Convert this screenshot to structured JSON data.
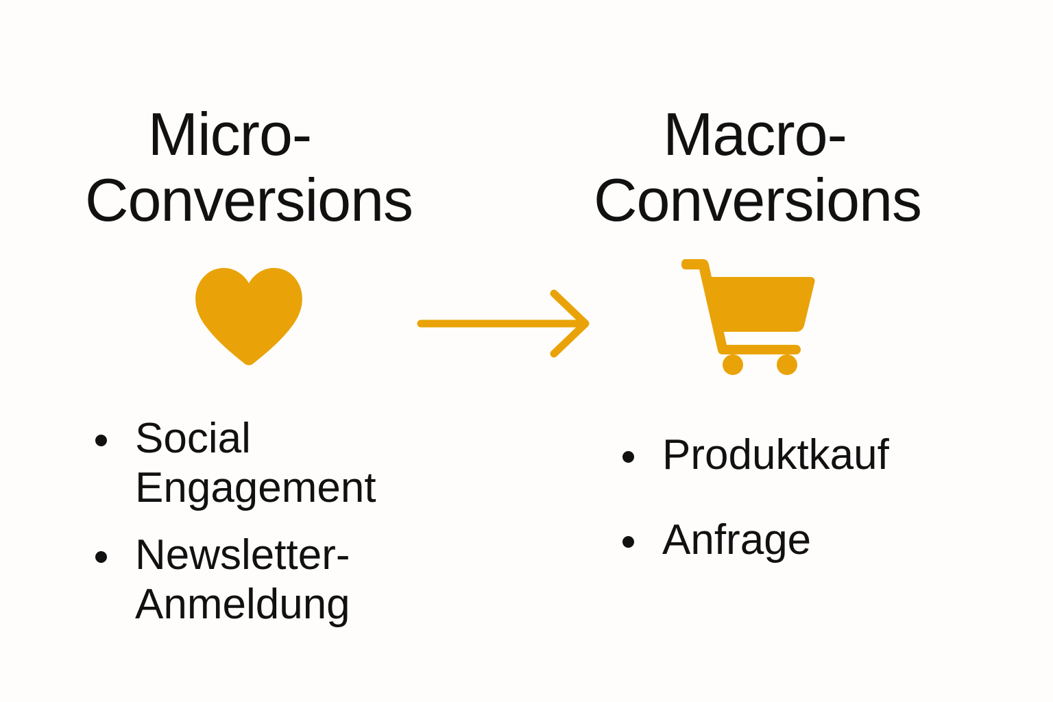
{
  "accent_color": "#E9A308",
  "left": {
    "title_line1": "Micro-",
    "title_line2": "Conversions",
    "icon": "heart-icon",
    "items": [
      {
        "line1": "Social",
        "line2": "Engagement"
      },
      {
        "line1": "Newsletter-",
        "line2": "Anmeldung"
      }
    ]
  },
  "arrow_icon": "arrow-right-icon",
  "right": {
    "title_line1": "Macro-",
    "title_line2": "Conversions",
    "icon": "shopping-cart-icon",
    "items": [
      {
        "line1": "Produktkauf"
      },
      {
        "line1": "Anfrage"
      }
    ]
  }
}
